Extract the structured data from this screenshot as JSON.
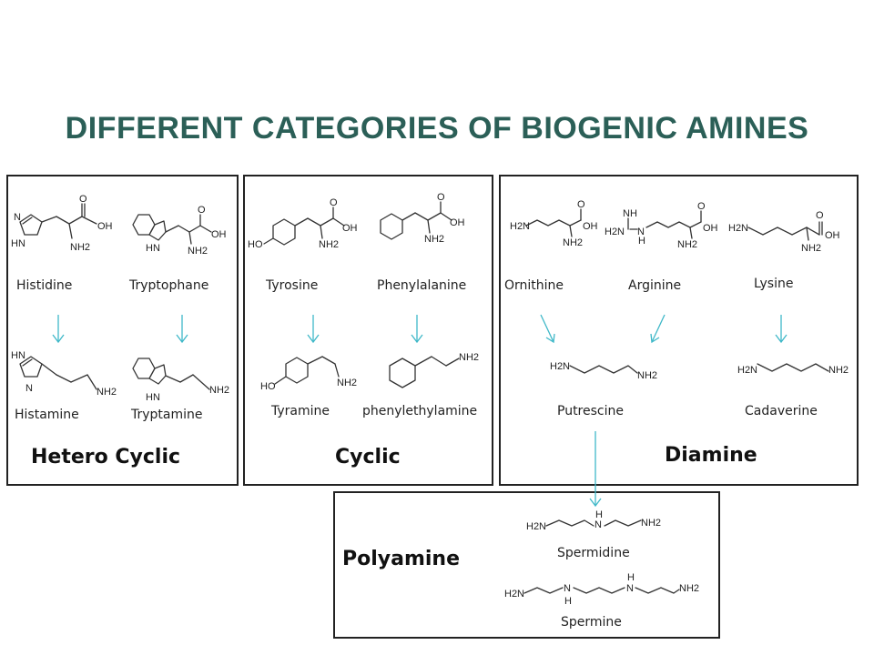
{
  "title": "DIFFERENT CATEGORIES OF BIOGENIC AMINES",
  "colors": {
    "title": "#2b5f57",
    "arrow": "#3fb8c8"
  },
  "categories": {
    "hetero_cyclic": "Hetero Cyclic",
    "cyclic": "Cyclic",
    "diamine": "Diamine",
    "polyamine": "Polyamine"
  },
  "molecules": {
    "histidine": "Histidine",
    "tryptophane": "Tryptophane",
    "histamine": "Histamine",
    "tryptamine": "Tryptamine",
    "tyrosine": "Tyrosine",
    "phenylalanine": "Phenylalanine",
    "tyramine": "Tyramine",
    "phenylethylamine": "phenylethylamine",
    "ornithine": "Ornithine",
    "arginine": "Arginine",
    "lysine": "Lysine",
    "putrescine": "Putrescine",
    "cadaverine": "Cadaverine",
    "spermidine": "Spermidine",
    "spermine": "Spermine"
  },
  "atoms": {
    "oh": "OH",
    "o": "O",
    "nh2": "NH2",
    "h2n": "H2N",
    "hn": "HN",
    "n": "N",
    "h": "H",
    "ho": "HO",
    "nh": "NH"
  }
}
